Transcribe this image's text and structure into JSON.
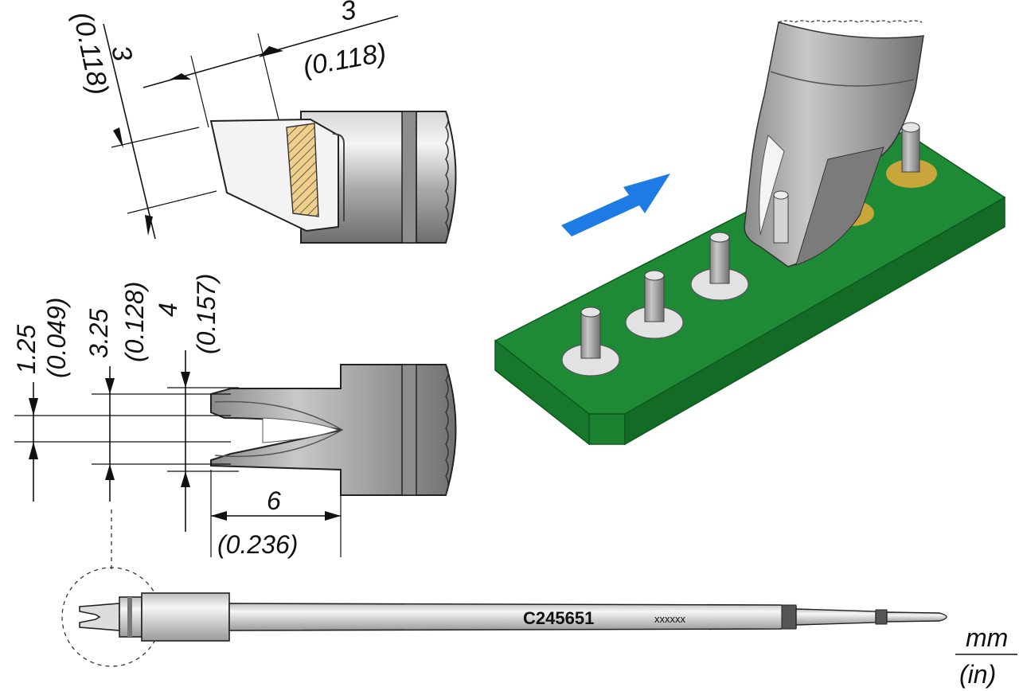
{
  "side_view": {
    "width_mm": "3",
    "width_in": "(0.118)",
    "height_mm": "3",
    "height_in": "(0.118)"
  },
  "front_view": {
    "d1_mm": "1.25",
    "d1_in": "(0.049)",
    "d2_mm": "3.25",
    "d2_in": "(0.128)",
    "d3_mm": "4",
    "d3_in": "(0.157)",
    "length_mm": "6",
    "length_in": "(0.236)"
  },
  "tip": {
    "part_number": "C245651",
    "serial": "xxxxxx"
  },
  "units": {
    "primary": "mm",
    "secondary": "(in)"
  },
  "colors": {
    "pcb": "#1f8a36",
    "pcb_edge": "#136b26",
    "arrow": "#1e7be6",
    "pad": "#c9a63c",
    "metal": "#9a9a9a"
  }
}
